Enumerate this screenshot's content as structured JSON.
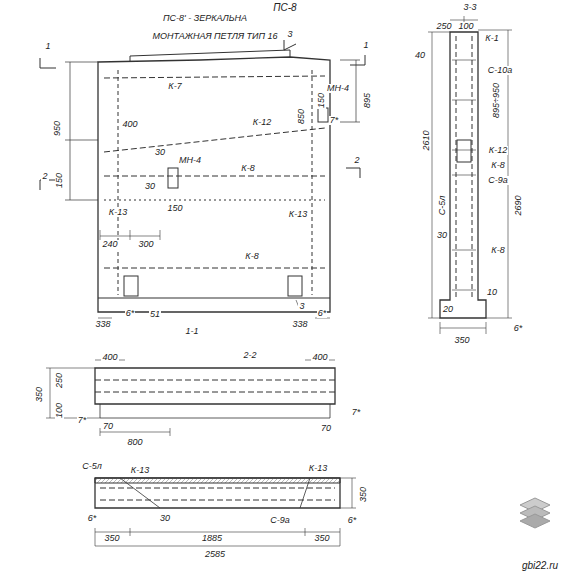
{
  "diagram": {
    "title": "ПС-8",
    "labels": [
      "ПС-8' - ЗЕРКАЛЬНА",
      "МОНТАЖНАЯ ПЕТЛЯ ТИП 16",
      "3",
      "1",
      "1",
      "950",
      "К-7",
      "МН-4",
      "895",
      "150",
      "850",
      "400",
      "К-12",
      "7*",
      "30",
      "МН-4",
      "К-8",
      "2",
      "2",
      "150",
      "30",
      "К-13",
      "150",
      "К-13",
      "240",
      "300",
      "К-8",
      "338",
      "6*",
      "51",
      "3",
      "338",
      "6*",
      "1-1",
      "3-3",
      "250",
      "100",
      "К-1",
      "40",
      "С-10а",
      "895÷950",
      "2610",
      "К-12",
      "К-8",
      "С-9а",
      "С-5л",
      "2690",
      "30",
      "К-8",
      "10",
      "20",
      "6*",
      "350",
      "2-2",
      "400",
      "400",
      "350",
      "250",
      "100",
      "7*",
      "70",
      "800",
      "70",
      "7*",
      "С-5л",
      "К-13",
      "К-13",
      "6*",
      "30",
      "С-9а",
      "6*",
      "350",
      "350",
      "1885",
      "350",
      "2585",
      "gbi22.ru"
    ]
  }
}
